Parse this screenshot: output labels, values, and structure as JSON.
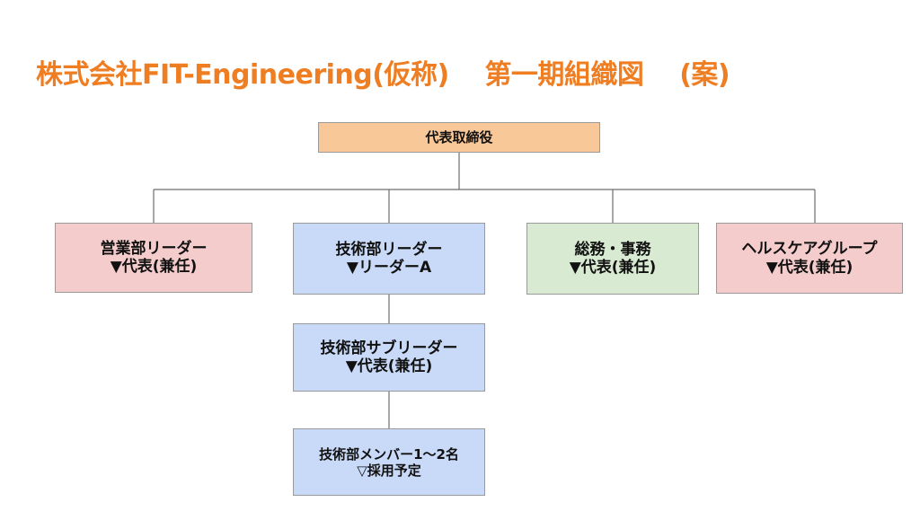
{
  "title": {
    "company": "株式会社FIT-Engineering(仮称)",
    "subject": "第一期組織図",
    "draft": "(案)"
  },
  "org": {
    "ceo": {
      "label": "代表取締役"
    },
    "sales": {
      "line1": "営業部リーダー",
      "line2": "▼代表(兼任)"
    },
    "tech": {
      "line1": "技術部リーダー",
      "line2": "▼リーダーA"
    },
    "general": {
      "line1": "総務・事務",
      "line2": "▼代表(兼任)"
    },
    "health": {
      "line1": "ヘルスケアグループ",
      "line2": "▼代表(兼任)"
    },
    "tech_sub": {
      "line1": "技術部サブリーダー",
      "line2": "▼代表(兼任)"
    },
    "tech_members": {
      "line1": "技術部メンバー1～2名",
      "line2": "▽採用予定"
    }
  },
  "colors": {
    "title": "#ef7d22",
    "ceo": "#f9c898",
    "pink": "#f4cccc",
    "blue": "#c9daf8",
    "green": "#d9ead3",
    "connector": "#6e6e6e"
  }
}
